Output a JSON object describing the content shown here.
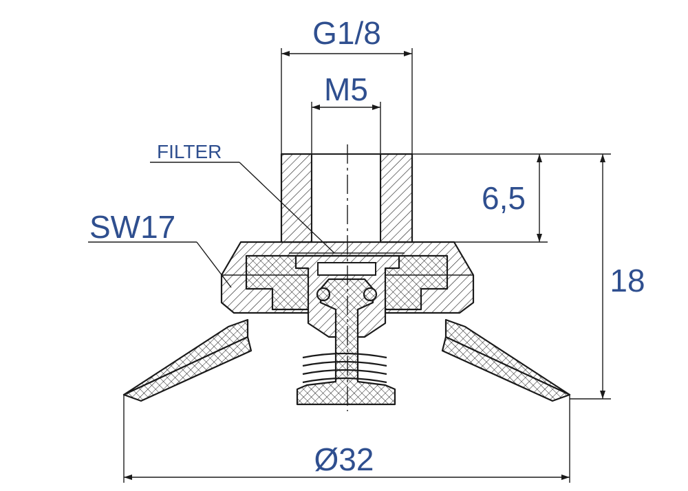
{
  "labels": {
    "g18": "G1/8",
    "m5": "M5",
    "filter": "FILTER",
    "sw17": "SW17",
    "height_thread": "6,5",
    "height_total": "18",
    "diameter": "Ø32"
  },
  "colors": {
    "dimension_text": "#2f4f8f",
    "lines": "#1a1a1a",
    "background": "#ffffff"
  }
}
